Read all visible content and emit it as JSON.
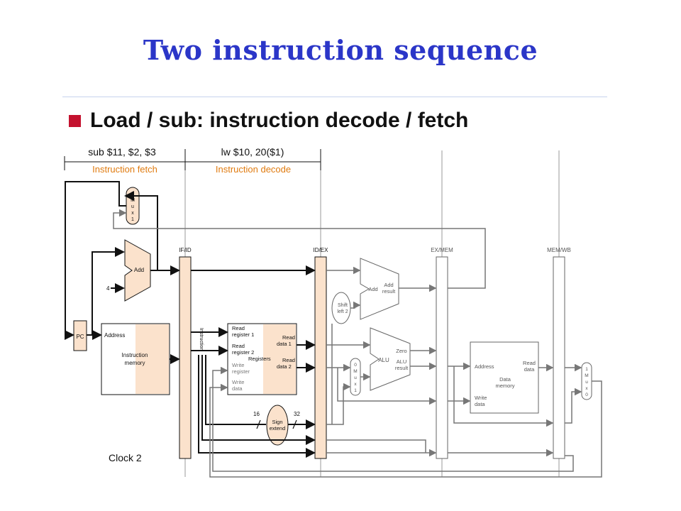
{
  "slide": {
    "title": "Two instruction sequence",
    "bullet": "Load / sub: instruction decode / fetch"
  },
  "colors": {
    "title": "#2b36c8",
    "bullet": "#c4122f",
    "stage_label": "#e07b10",
    "register_fill": "#fbe2cc",
    "wire": "#111111",
    "faded_wire": "#888888"
  },
  "pipeline": {
    "instr_left": "sub $11, $2, $3",
    "instr_right": "lw $10, 20($1)",
    "stage_left": "Instruction fetch",
    "stage_right": "Instruction decode",
    "reg_ifid": "IF/ID",
    "reg_idex": "ID/EX",
    "reg_exmem": "EX/MEM",
    "reg_memwb": "MEM/WB",
    "clock": "Clock 2",
    "pc": "PC",
    "four": "4",
    "add": "Add",
    "mux_pc": [
      "0",
      "M",
      "u",
      "x",
      "1"
    ],
    "mux_alu": [
      "0",
      "M",
      "u",
      "x",
      "1"
    ],
    "mux_wb": [
      "1",
      "M",
      "u",
      "x",
      "0"
    ],
    "imem_address": "Address",
    "imem_name_1": "Instruction",
    "imem_name_2": "memory",
    "instruction_vertical": "Instruction",
    "reg_read1_a": "Read",
    "reg_read1_b": "register 1",
    "reg_read2_a": "Read",
    "reg_read2_b": "register 2",
    "reg_write_a": "Write",
    "reg_write_b": "register",
    "reg_wdata_a": "Write",
    "reg_wdata_b": "data",
    "reg_name": "Registers",
    "reg_rd1_a": "Read",
    "reg_rd1_b": "data 1",
    "reg_rd2_a": "Read",
    "reg_rd2_b": "data 2",
    "bits_16": "16",
    "bits_32": "32",
    "sign_1": "Sign",
    "sign_2": "extend",
    "shift_1": "Shift",
    "shift_2": "left 2",
    "add2_in": "Add",
    "add2_out_1": "Add",
    "add2_out_2": "result",
    "alu": "ALU",
    "zero": "Zero",
    "alu_res_1": "ALU",
    "alu_res_2": "result",
    "dmem_address": "Address",
    "dmem_name_1": "Data",
    "dmem_name_2": "memory",
    "dmem_read_1": "Read",
    "dmem_read_2": "data",
    "dmem_write_1": "Write",
    "dmem_write_2": "data"
  }
}
